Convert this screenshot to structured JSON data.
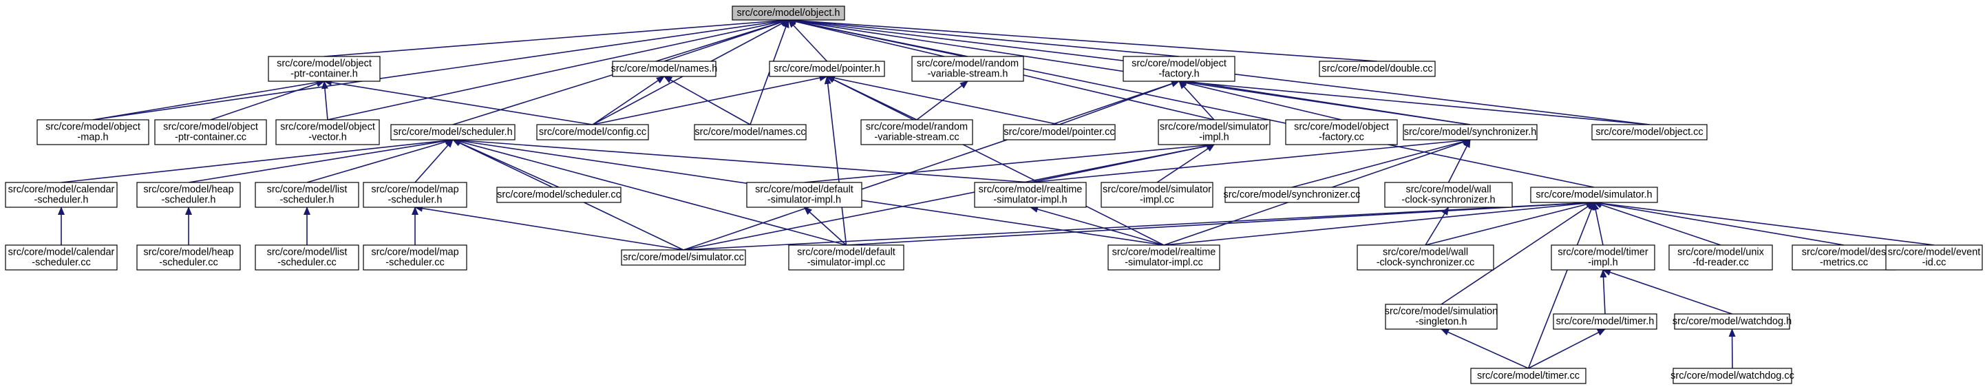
{
  "diagram": {
    "title": "",
    "edge_color": "#191970",
    "root_fill": "#bfbfbf",
    "nodes": [
      {
        "id": "object_h",
        "lines": [
          "src/core/model/object.h"
        ],
        "root": true
      },
      {
        "id": "ptr_container_h",
        "lines": [
          "src/core/model/object",
          "-ptr-container.h"
        ]
      },
      {
        "id": "names_h",
        "lines": [
          "src/core/model/names.h"
        ]
      },
      {
        "id": "pointer_h",
        "lines": [
          "src/core/model/pointer.h"
        ]
      },
      {
        "id": "random_h",
        "lines": [
          "src/core/model/random",
          "-variable-stream.h"
        ]
      },
      {
        "id": "factory_h",
        "lines": [
          "src/core/model/object",
          "-factory.h"
        ]
      },
      {
        "id": "double_cc",
        "lines": [
          "src/core/model/double.cc"
        ]
      },
      {
        "id": "map_h",
        "lines": [
          "src/core/model/object",
          "-map.h"
        ]
      },
      {
        "id": "ptr_container_cc",
        "lines": [
          "src/core/model/object",
          "-ptr-container.cc"
        ]
      },
      {
        "id": "vector_h",
        "lines": [
          "src/core/model/object",
          "-vector.h"
        ]
      },
      {
        "id": "config_cc",
        "lines": [
          "src/core/model/config.cc"
        ]
      },
      {
        "id": "names_cc",
        "lines": [
          "src/core/model/names.cc"
        ]
      },
      {
        "id": "random_cc",
        "lines": [
          "src/core/model/random",
          "-variable-stream.cc"
        ]
      },
      {
        "id": "pointer_cc",
        "lines": [
          "src/core/model/pointer.cc"
        ]
      },
      {
        "id": "sim_impl_h",
        "lines": [
          "src/core/model/simulator",
          "-impl.h"
        ]
      },
      {
        "id": "factory_cc",
        "lines": [
          "src/core/model/object",
          "-factory.cc"
        ]
      },
      {
        "id": "synchronizer_h",
        "lines": [
          "src/core/model/synchronizer.h"
        ]
      },
      {
        "id": "object_cc",
        "lines": [
          "src/core/model/object.cc"
        ]
      },
      {
        "id": "scheduler_h",
        "lines": [
          "src/core/model/scheduler.h"
        ]
      },
      {
        "id": "cal_sched_h",
        "lines": [
          "src/core/model/calendar",
          "-scheduler.h"
        ]
      },
      {
        "id": "heap_sched_h",
        "lines": [
          "src/core/model/heap",
          "-scheduler.h"
        ]
      },
      {
        "id": "list_sched_h",
        "lines": [
          "src/core/model/list",
          "-scheduler.h"
        ]
      },
      {
        "id": "map_sched_h",
        "lines": [
          "src/core/model/map",
          "-scheduler.h"
        ]
      },
      {
        "id": "scheduler_cc",
        "lines": [
          "src/core/model/scheduler.cc"
        ]
      },
      {
        "id": "default_h",
        "lines": [
          "src/core/model/default",
          "-simulator-impl.h"
        ]
      },
      {
        "id": "realtime_h",
        "lines": [
          "src/core/model/realtime",
          "-simulator-impl.h"
        ]
      },
      {
        "id": "sim_impl_cc",
        "lines": [
          "src/core/model/simulator",
          "-impl.cc"
        ]
      },
      {
        "id": "synchronizer_cc",
        "lines": [
          "src/core/model/synchronizer.cc"
        ]
      },
      {
        "id": "wall_h",
        "lines": [
          "src/core/model/wall",
          "-clock-synchronizer.h"
        ]
      },
      {
        "id": "simulator_h",
        "lines": [
          "src/core/model/simulator.h"
        ]
      },
      {
        "id": "cal_sched_cc",
        "lines": [
          "src/core/model/calendar",
          "-scheduler.cc"
        ]
      },
      {
        "id": "heap_sched_cc",
        "lines": [
          "src/core/model/heap",
          "-scheduler.cc"
        ]
      },
      {
        "id": "list_sched_cc",
        "lines": [
          "src/core/model/list",
          "-scheduler.cc"
        ]
      },
      {
        "id": "map_sched_cc",
        "lines": [
          "src/core/model/map",
          "-scheduler.cc"
        ]
      },
      {
        "id": "simulator_cc",
        "lines": [
          "src/core/model/simulator.cc"
        ]
      },
      {
        "id": "default_cc",
        "lines": [
          "src/core/model/default",
          "-simulator-impl.cc"
        ]
      },
      {
        "id": "realtime_cc",
        "lines": [
          "src/core/model/realtime",
          "-simulator-impl.cc"
        ]
      },
      {
        "id": "wall_cc",
        "lines": [
          "src/core/model/wall",
          "-clock-synchronizer.cc"
        ]
      },
      {
        "id": "timer_impl_h",
        "lines": [
          "src/core/model/timer",
          "-impl.h"
        ]
      },
      {
        "id": "unix_cc",
        "lines": [
          "src/core/model/unix",
          "-fd-reader.cc"
        ]
      },
      {
        "id": "des_cc",
        "lines": [
          "src/core/model/des",
          "-metrics.cc"
        ]
      },
      {
        "id": "event_cc",
        "lines": [
          "src/core/model/event",
          "-id.cc"
        ]
      },
      {
        "id": "singleton_h",
        "lines": [
          "src/core/model/simulation",
          "-singleton.h"
        ]
      },
      {
        "id": "timer_h",
        "lines": [
          "src/core/model/timer.h"
        ]
      },
      {
        "id": "watchdog_h",
        "lines": [
          "src/core/model/watchdog.h"
        ]
      },
      {
        "id": "timer_cc",
        "lines": [
          "src/core/model/timer.cc"
        ]
      },
      {
        "id": "watchdog_cc",
        "lines": [
          "src/core/model/watchdog.cc"
        ]
      }
    ],
    "edges": [
      [
        "ptr_container_h",
        "object_h"
      ],
      [
        "names_h",
        "object_h"
      ],
      [
        "pointer_h",
        "object_h"
      ],
      [
        "random_h",
        "object_h"
      ],
      [
        "factory_h",
        "object_h"
      ],
      [
        "double_cc",
        "object_h"
      ],
      [
        "map_h",
        "object_h"
      ],
      [
        "vector_h",
        "object_h"
      ],
      [
        "config_cc",
        "object_h"
      ],
      [
        "names_cc",
        "object_h"
      ],
      [
        "scheduler_h",
        "object_h"
      ],
      [
        "sim_impl_h",
        "object_h"
      ],
      [
        "synchronizer_h",
        "object_h"
      ],
      [
        "object_cc",
        "object_h"
      ],
      [
        "simulator_h",
        "object_h"
      ],
      [
        "map_h",
        "ptr_container_h"
      ],
      [
        "ptr_container_cc",
        "ptr_container_h"
      ],
      [
        "vector_h",
        "ptr_container_h"
      ],
      [
        "config_cc",
        "ptr_container_h"
      ],
      [
        "config_cc",
        "names_h"
      ],
      [
        "names_cc",
        "names_h"
      ],
      [
        "config_cc",
        "pointer_h"
      ],
      [
        "random_cc",
        "pointer_h"
      ],
      [
        "pointer_cc",
        "pointer_h"
      ],
      [
        "default_cc",
        "pointer_h"
      ],
      [
        "realtime_cc",
        "pointer_h"
      ],
      [
        "random_cc",
        "random_h"
      ],
      [
        "pointer_cc",
        "factory_h"
      ],
      [
        "sim_impl_h",
        "factory_h"
      ],
      [
        "factory_cc",
        "factory_h"
      ],
      [
        "synchronizer_h",
        "factory_h"
      ],
      [
        "object_cc",
        "factory_h"
      ],
      [
        "simulator_cc",
        "factory_h"
      ],
      [
        "default_h",
        "sim_impl_h"
      ],
      [
        "realtime_h",
        "sim_impl_h"
      ],
      [
        "sim_impl_cc",
        "sim_impl_h"
      ],
      [
        "simulator_cc",
        "sim_impl_h"
      ],
      [
        "synchronizer_cc",
        "synchronizer_h"
      ],
      [
        "wall_h",
        "synchronizer_h"
      ],
      [
        "realtime_h",
        "synchronizer_h"
      ],
      [
        "realtime_cc",
        "synchronizer_h"
      ],
      [
        "cal_sched_h",
        "scheduler_h"
      ],
      [
        "heap_sched_h",
        "scheduler_h"
      ],
      [
        "list_sched_h",
        "scheduler_h"
      ],
      [
        "map_sched_h",
        "scheduler_h"
      ],
      [
        "scheduler_cc",
        "scheduler_h"
      ],
      [
        "simulator_cc",
        "scheduler_h"
      ],
      [
        "default_cc",
        "scheduler_h"
      ],
      [
        "realtime_h",
        "scheduler_h"
      ],
      [
        "realtime_cc",
        "scheduler_h"
      ],
      [
        "cal_sched_cc",
        "cal_sched_h"
      ],
      [
        "heap_sched_cc",
        "heap_sched_h"
      ],
      [
        "list_sched_cc",
        "list_sched_h"
      ],
      [
        "map_sched_cc",
        "map_sched_h"
      ],
      [
        "simulator_cc",
        "map_sched_h"
      ],
      [
        "default_cc",
        "default_h"
      ],
      [
        "realtime_cc",
        "realtime_h"
      ],
      [
        "wall_cc",
        "wall_h"
      ],
      [
        "simulator_cc",
        "simulator_h"
      ],
      [
        "default_cc",
        "simulator_h"
      ],
      [
        "realtime_cc",
        "simulator_h"
      ],
      [
        "wall_cc",
        "simulator_h"
      ],
      [
        "timer_impl_h",
        "simulator_h"
      ],
      [
        "unix_cc",
        "simulator_h"
      ],
      [
        "des_cc",
        "simulator_h"
      ],
      [
        "event_cc",
        "simulator_h"
      ],
      [
        "singleton_h",
        "simulator_h"
      ],
      [
        "timer_cc",
        "simulator_h"
      ],
      [
        "timer_h",
        "timer_impl_h"
      ],
      [
        "watchdog_h",
        "timer_impl_h"
      ],
      [
        "timer_cc",
        "singleton_h"
      ],
      [
        "timer_cc",
        "timer_h"
      ],
      [
        "watchdog_cc",
        "watchdog_h"
      ]
    ]
  }
}
